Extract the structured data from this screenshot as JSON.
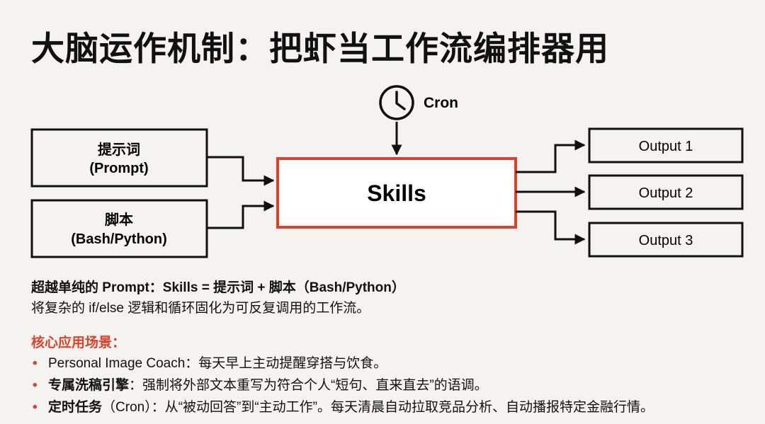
{
  "title": "大脑运作机制：把虾当工作流编排器用",
  "diagram": {
    "inputs": [
      {
        "line1": "提示词",
        "line2": "(Prompt)"
      },
      {
        "line1": "脚本",
        "line2": "(Bash/Python)"
      }
    ],
    "center_label": "Skills",
    "trigger_label": "Cron",
    "trigger_icon": "clock-icon",
    "outputs": [
      "Output 1",
      "Output 2",
      "Output 3"
    ],
    "colors": {
      "accent": "#d9432b",
      "stroke": "#111111",
      "background": "#f4f3ef"
    }
  },
  "description": {
    "line1": "超越单纯的 Prompt：Skills = 提示词 + 脚本（Bash/Python）",
    "line2": "将复杂的 if/else 逻辑和循环固化为可反复调用的工作流。"
  },
  "applications": {
    "title": "核心应用场景：",
    "bullet": "•",
    "items": [
      {
        "lead": "",
        "text": "Personal Image Coach：每天早上主动提醒穿搭与饮食。"
      },
      {
        "lead": "专属洗稿引擎",
        "text": "：强制将外部文本重写为符合个人“短句、直来直去”的语调。"
      },
      {
        "lead": "定时任务",
        "text": "（Cron）：从“被动回答”到“主动工作”。每天清晨自动拉取竞品分析、自动播报特定金融行情。"
      }
    ]
  }
}
